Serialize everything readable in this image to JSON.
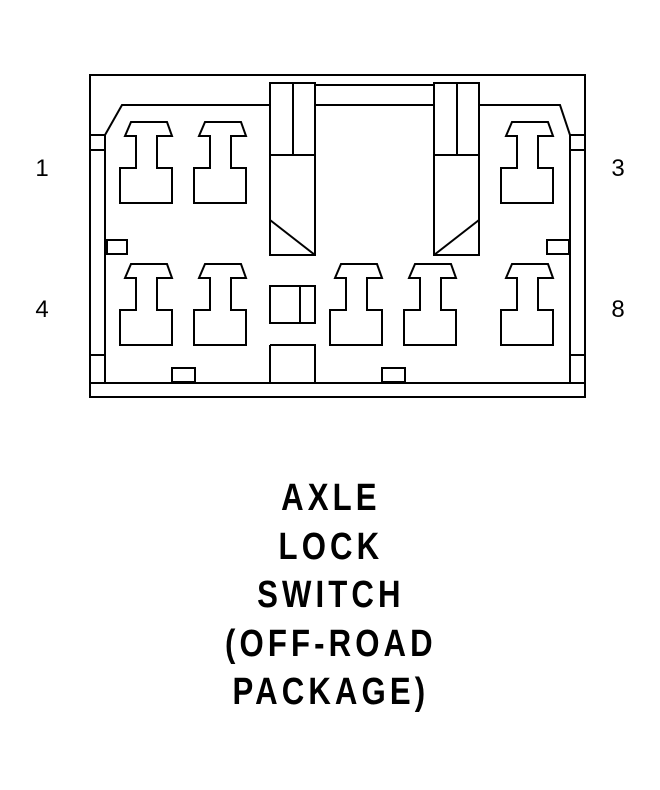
{
  "connector": {
    "pin_labels": {
      "top_left": "1",
      "top_right": "3",
      "bottom_left": "4",
      "bottom_right": "8"
    }
  },
  "caption": {
    "lines": [
      "AXLE",
      "LOCK",
      "SWITCH",
      "(OFF-ROAD",
      "PACKAGE)"
    ]
  }
}
